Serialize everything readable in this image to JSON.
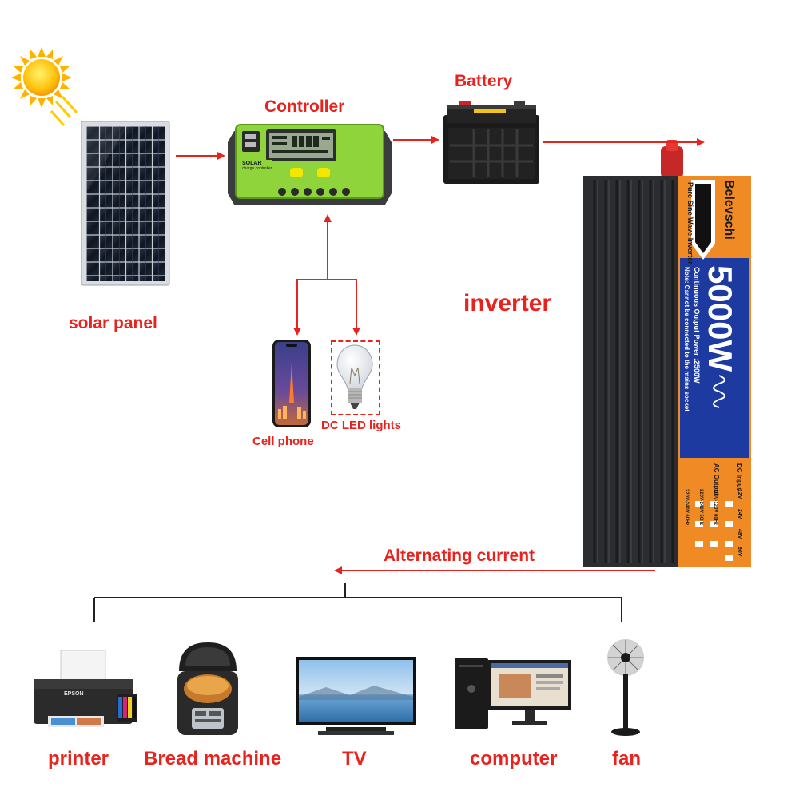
{
  "colors": {
    "label_red": "#e8231e",
    "controller_green": "#8fd43a",
    "inverter_body": "#2a2c2e",
    "label_blue": "#1c3aa0",
    "label_orange": "#f08a24"
  },
  "labels": {
    "solar_panel": "solar panel",
    "controller": "Controller",
    "battery": "Battery",
    "inverter": "inverter",
    "cell_phone": "Cell phone",
    "dc_led_lights": "DC LED lights",
    "alternating_current": "Alternating current"
  },
  "controller_face": {
    "brand": "SOLAR",
    "subtitle": "charge controller"
  },
  "inverter_face": {
    "brand": "Belevschi",
    "tagline": "Pure Sine Wave Inverter",
    "power": "5000W",
    "continuous": "Continuous Output Power :2500W",
    "note": "Note: Cannot be connected to the mains socket",
    "dc_input": "DC Input",
    "ac_output": "AC Output",
    "dc_options": [
      "12V",
      "24V",
      "48V",
      "60V"
    ],
    "ac_options": [
      "110V-120V 60Hz",
      "220V-240V 50Hz",
      "220V-240V 60Hz"
    ]
  },
  "tv_brand": "",
  "printer_brand": "EPSON",
  "appliances": [
    {
      "label": "printer",
      "icon": "printer-icon"
    },
    {
      "label": "Bread machine",
      "icon": "bread-machine-icon"
    },
    {
      "label": "TV",
      "icon": "tv-icon"
    },
    {
      "label": "computer",
      "icon": "computer-icon"
    },
    {
      "label": "fan",
      "icon": "fan-icon"
    }
  ]
}
